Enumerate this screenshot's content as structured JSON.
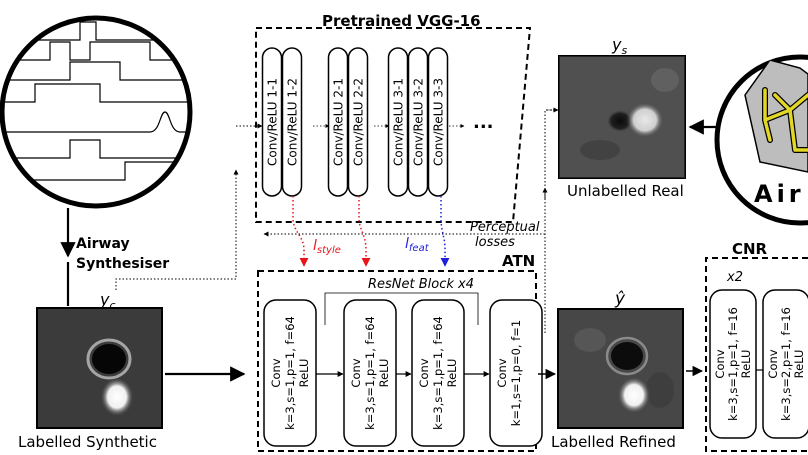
{
  "vgg": {
    "title": "Pretrained VGG-16",
    "layers": [
      "Conv/ReLU 1-1",
      "Conv/ReLU 1-2",
      "Conv/ReLU 2-1",
      "Conv/ReLU 2-2",
      "Conv/ReLU 3-1",
      "Conv/ReLU 3-2",
      "Conv/ReLU 3-3"
    ],
    "ellipsis": "..."
  },
  "synthesiser": {
    "line1": "Airway",
    "line2": "Synthesiser"
  },
  "inputs": {
    "yc": "y",
    "yc_sub": "c",
    "ys": "y",
    "ys_sub": "s",
    "yhat": "ŷ",
    "synthetic_caption": "Labelled Synthetic",
    "real_caption": "Unlabelled Real",
    "refined_caption": "Labelled Refined"
  },
  "losses": {
    "perceptual_line1": "Perceptual",
    "perceptual_line2": "losses",
    "style": "l",
    "style_sub": "style",
    "feat": "l",
    "feat_sub": "feat"
  },
  "atn": {
    "title": "ATN",
    "resnet_label": "ResNet Block x4",
    "blocks": [
      {
        "line1": "Conv",
        "line2": "k=3,s=1,p=1, f=64",
        "line3": "ReLU"
      },
      {
        "line1": "Conv",
        "line2": "k=3,s=1,p=1, f=64",
        "line3": "ReLU"
      },
      {
        "line1": "Conv",
        "line2": "k=3,s=1,p=1, f=64",
        "line3": "ReLU"
      },
      {
        "line1": "Conv",
        "line2": "k=1,s=1,p=0, f=1",
        "line3": ""
      }
    ]
  },
  "cnr": {
    "title": "CNR",
    "repeat": "x2",
    "blocks": [
      {
        "line1": "Conv",
        "line2": "k=3,s=1,p=1, f=16",
        "line3": "ReLU"
      },
      {
        "line1": "Conv",
        "line2": "k=3,s=2,p=1, f=16",
        "line3": "ReLU"
      }
    ]
  },
  "logo_text": "Air",
  "colors": {
    "style": "#e8161b",
    "feat": "#1f1fdc",
    "airway_icon": "#e2d626",
    "logo_fill": "#bdbdbd"
  }
}
